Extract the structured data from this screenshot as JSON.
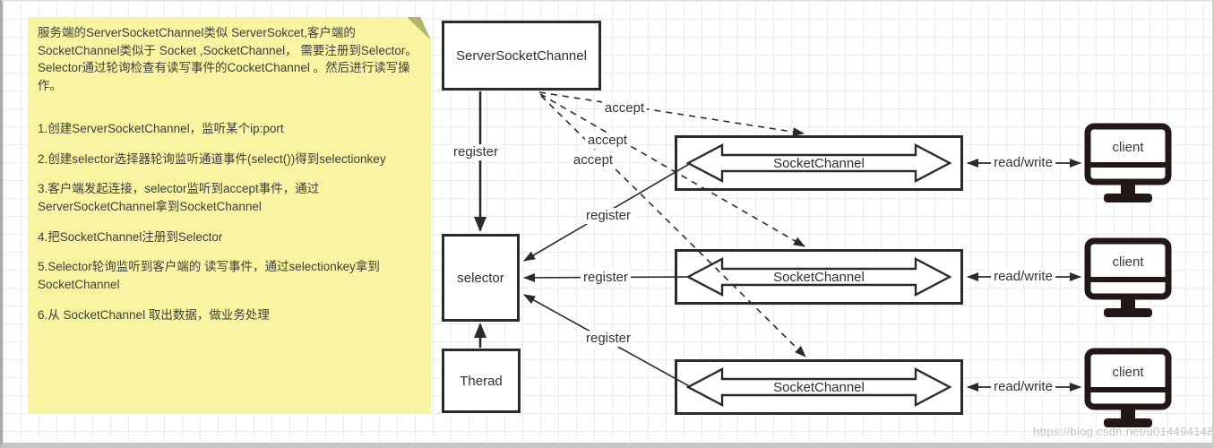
{
  "note": {
    "intro": "服务端的ServerSocketChannel类似 ServerSokcet,客户端的SocketChannel类似于 Socket ,SocketChannel， 需要注册到Selector。Selector通过轮询检查有读写事件的CocketChannel 。然后进行读写操作。",
    "steps": [
      "1.创建ServerSocketChannel，监听某个ip:port",
      "2.创建selector选择器轮询监听通道事件(select())得到selectionkey",
      "3.客户端发起连接，selector监听到accept事件，通过ServerSocketChannel拿到SocketChannel",
      "4.把SocketChannel注册到Selector",
      "5.Selector轮询监听到客户端的 读写事件，通过selectionkey拿到SocketChannel",
      "6.从 SocketChannel 取出数据，做业务处理"
    ]
  },
  "diagram": {
    "boxes": {
      "server_socket_channel": "ServerSocketChannel",
      "selector": "selector",
      "thread": "Therad"
    },
    "top_register_label": "register",
    "rows": [
      {
        "channel": "SocketChannel",
        "accept": "accept",
        "register": "register",
        "read_write": "read/write",
        "client": "client"
      },
      {
        "channel": "SocketChannel",
        "accept": "accept",
        "register": "register",
        "read_write": "read/write",
        "client": "client"
      },
      {
        "channel": "SocketChannel",
        "accept": "accept",
        "register": "register",
        "read_write": "read/write",
        "client": "client"
      }
    ]
  },
  "watermark": "https://blog.csdn.net/u014494148",
  "colors": {
    "note_bg": "#f8f4a2",
    "note_fold": "#b2b768",
    "line": "#2a2a2a",
    "grid": "#ececec",
    "watermark": "#b0b0b0"
  }
}
